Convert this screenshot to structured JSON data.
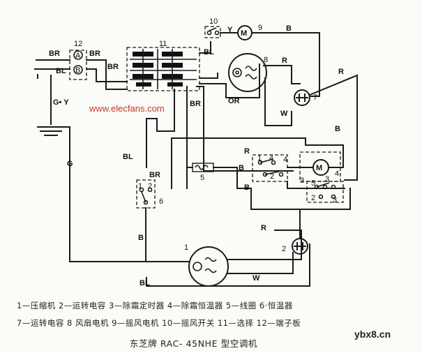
{
  "diagram": {
    "wire_labels": {
      "br_left": "BR",
      "br_right": "BR",
      "bl_left": "BL",
      "gy": "G• Y",
      "g": "G",
      "br_box": "BR",
      "bl_top": "BL",
      "y_top": "Y",
      "b_top": "B",
      "r_fan": "R",
      "or": "OR",
      "r_right": "R",
      "w_mid": "W",
      "br_mid": "BR",
      "b_right": "B",
      "bl_mid": "BL",
      "br_sw6": "BR",
      "r_relay": "R",
      "b_relay": "B",
      "b_low": "B",
      "r_low": "R",
      "b_comp": "B",
      "w_low": "W",
      "bl_bottom": "BL"
    },
    "component_numbers": {
      "n1": "1",
      "n2": "2",
      "n3a": "3",
      "n3b": "3",
      "n4": "4",
      "n5": "5",
      "n6": "6",
      "n7": "7",
      "n8": "8",
      "n9": "9",
      "n10": "10",
      "n11": "11",
      "n12": "12",
      "relay_1": "1",
      "relay_2": "2",
      "relay_4": "4",
      "sw6_1": "1",
      "sw6_2": "2",
      "motor_4": "4",
      "motor_5": "5",
      "sw3_2": "2",
      "sw3_3": "3"
    },
    "motor_symbol": "M",
    "terminal_a": "A",
    "terminal_b": "B"
  },
  "watermark": "www.elecfans.com",
  "legend": {
    "line1": "1—压缩机  2—运转电容  3—除霜定时器  4—除霜恒温器  5—线圈  6·恒温器",
    "line2": "7—运转电容  8 风扇电机  9—摇风电机  10—摇风开关  11—选择  12—端子板"
  },
  "caption": "东芝牌 RAC- 45NHE 型空调机",
  "site_mark": "ybx8.cn"
}
